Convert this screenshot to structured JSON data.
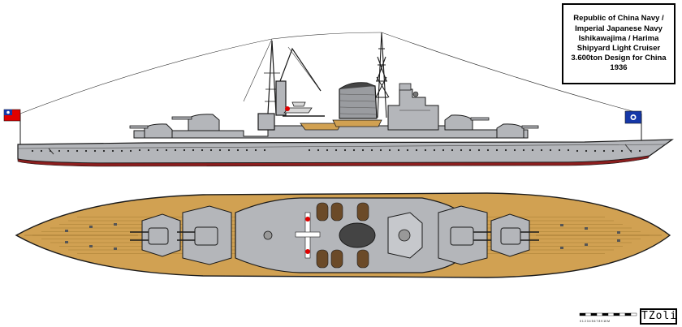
{
  "title": {
    "lines": [
      "Republic of China Navy /",
      "Imperial Japanese Navy",
      "Ishikawajima / Harima",
      "Shipyard Light Cruiser",
      "3.600ton Design for China",
      "1936"
    ]
  },
  "signature": "TZoli",
  "scale": {
    "labels": "0 1 2 3 4 5 6 7 8 9 10 M"
  },
  "colors": {
    "hull": "#b4b6ba",
    "outline": "#1a1a1a",
    "deck_wood": "#d1a152",
    "boot_topping": "#8c1e1e",
    "flag_red": "#e10000",
    "flag_blue": "#1537a8"
  },
  "icons": [
    "roc-flag-icon",
    "naval-jack-icon",
    "scale-bar-icon"
  ]
}
